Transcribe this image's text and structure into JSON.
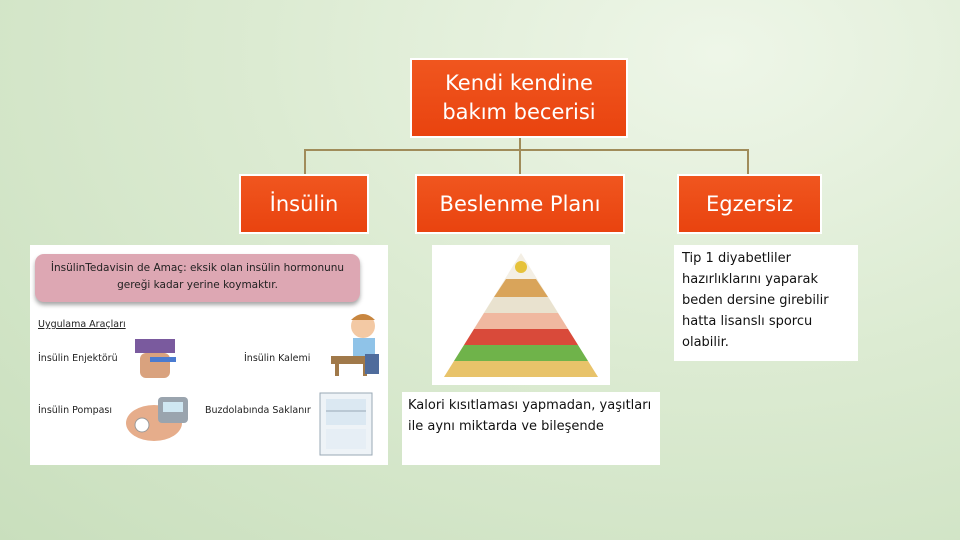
{
  "root": {
    "label": "Kendi kendine bakım becerisi"
  },
  "children": [
    {
      "label": "İnsülin"
    },
    {
      "label": "Beslenme Planı"
    },
    {
      "label": "Egzersiz"
    }
  ],
  "insulin_panel": {
    "aim_text": "İnsülinTedavisin de Amaç: eksik olan insülin hormonunu gereği kadar yerine koymaktır.",
    "tools_heading": "Uygulama Araçları",
    "injector": "İnsülin Enjektörü",
    "pen": "İnsülin Kalemi",
    "pump": "İnsülin Pompası",
    "fridge": "Buzdolabında Saklanır"
  },
  "nutrition_note": "Kalori kısıtlaması yapmadan, yaşıtları ile aynı miktarda ve bileşende",
  "exercise_note": "Tip 1 diyabetliler hazırlıklarını yaparak beden dersine girebilir hatta lisanslı sporcu olabilir."
}
